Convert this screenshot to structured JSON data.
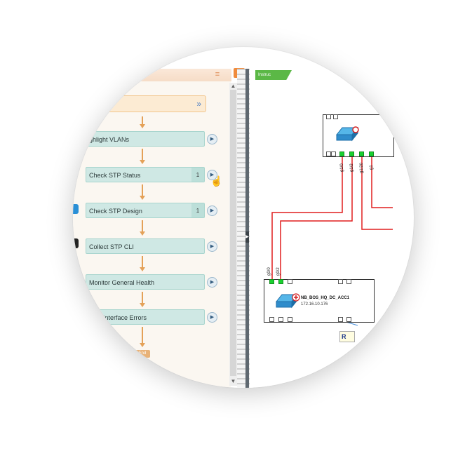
{
  "flow_panel": {
    "steps": [
      {
        "label": "ghlight VLANs",
        "count": ""
      },
      {
        "label": "Check STP Status",
        "count": "1"
      },
      {
        "label": "Check STP Design",
        "count": "1"
      },
      {
        "label": "Collect STP CLI",
        "count": ""
      },
      {
        "label": "Monitor General Health",
        "count": ""
      },
      {
        "label": "nitor Interface Errors",
        "count": ""
      }
    ],
    "end_label": "End",
    "collapse_glyph": "»",
    "expand_glyph": "»",
    "menu_glyph": "≡"
  },
  "topology": {
    "instruction_tab": "Instruc",
    "device": {
      "name": "NB_BOS_HQ_DC_ACC1",
      "ip": "172.16.10.176"
    },
    "upper_ports": [
      "g1/0",
      "g1/2",
      "g1/20",
      "g1"
    ],
    "lower_ports": [
      "g0/0",
      "g0/2"
    ],
    "label_box": "R",
    "link_color": "#e01f1f",
    "port_up_color": "#19d12f"
  },
  "colors": {
    "step_fill": "#cfe8e4",
    "arrow": "#e4a158",
    "collapse_btn": "#f08b3c"
  }
}
